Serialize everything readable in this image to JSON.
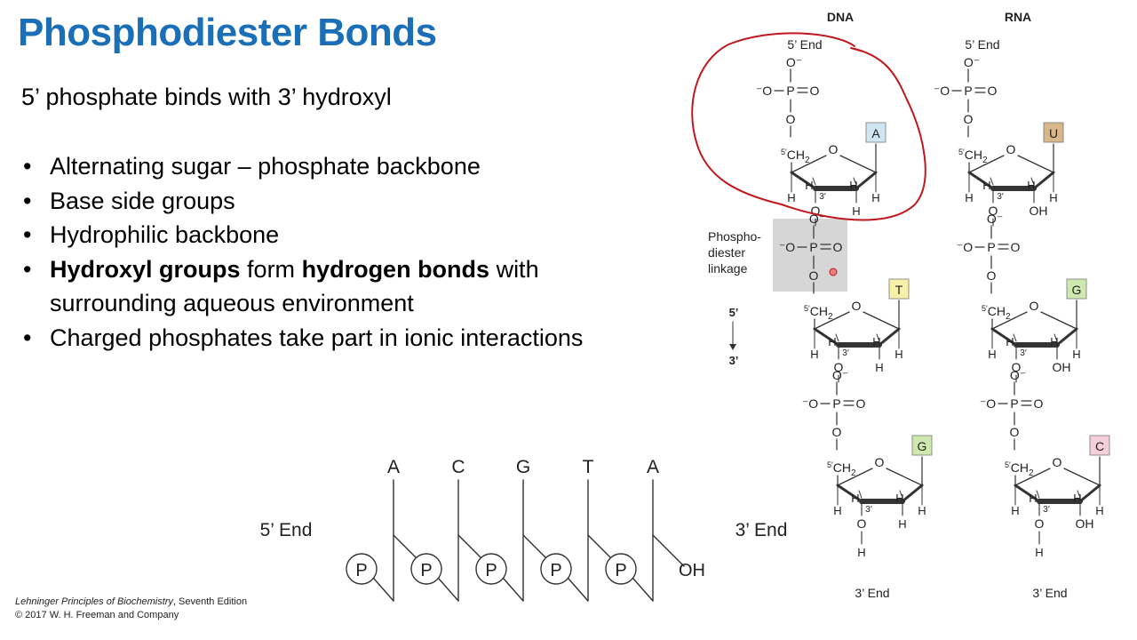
{
  "slide": {
    "title": "Phosphodiester Bonds",
    "intro": "5’ phosphate binds with 3’ hydroxyl",
    "bullets": [
      {
        "parts": [
          {
            "text": "Alternating sugar – phosphate backbone",
            "bold": false
          }
        ]
      },
      {
        "parts": [
          {
            "text": "Base side groups",
            "bold": false
          }
        ]
      },
      {
        "parts": [
          {
            "text": "Hydrophilic backbone",
            "bold": false
          }
        ]
      },
      {
        "parts": [
          {
            "text": "Hydroxyl groups",
            "bold": true
          },
          {
            "text": " form ",
            "bold": false
          },
          {
            "text": "hydrogen bonds",
            "bold": true
          },
          {
            "text": " with surrounding aqueous environment",
            "bold": false
          }
        ]
      },
      {
        "parts": [
          {
            "text": "Charged phosphates take part in ionic interactions",
            "bold": false
          }
        ]
      }
    ]
  },
  "credit": {
    "book": "Lehninger Principles of Biochemistry",
    "edition": ", Seventh Edition",
    "copyright": "© 2017 W. H. Freeman and Company"
  },
  "schematic": {
    "start_label": "5’ End",
    "end_label": "3’ End",
    "bases": [
      "A",
      "C",
      "G",
      "T",
      "A"
    ],
    "phosphate_symbol": "P",
    "terminal": "OH"
  },
  "structure": {
    "dna_header": "DNA",
    "rna_header": "RNA",
    "five_end": "5’ End",
    "three_end": "3’ End",
    "linkage_label": [
      "Phospho-",
      "diester",
      "linkage"
    ],
    "direction_top": "5’",
    "direction_bottom": "3’",
    "dna_bases": [
      "A",
      "T",
      "G"
    ],
    "rna_bases": [
      "U",
      "G",
      "C"
    ],
    "base_colors": {
      "A": "#cfe6f2",
      "T": "#f6f0a8",
      "G": "#cfe8b0",
      "U": "#d8b88a",
      "C": "#f5d0da"
    },
    "atoms": {
      "o_minus": "O⁻",
      "minus_o": "⁻O",
      "p": "P",
      "eq_o": "O",
      "o": "O",
      "h": "H",
      "oh": "OH",
      "ch2_prefix": "5′",
      "ch2": "CH",
      "ch2_sub": "2",
      "three_prime": "3′"
    }
  },
  "colors": {
    "title": "#1a6fb7",
    "annotation": "#c0181f",
    "linkage_highlight": "#d6d6d6"
  }
}
